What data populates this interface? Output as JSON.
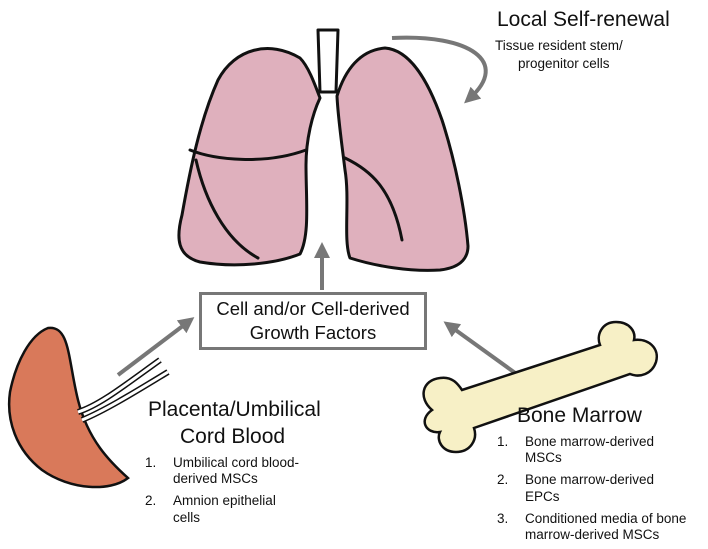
{
  "self_renewal": {
    "title": "Local Self-renewal",
    "subtitle_line1": "Tissue resident stem/",
    "subtitle_line2": "progenitor cells"
  },
  "center_box": {
    "line1": "Cell and/or Cell-derived",
    "line2": "Growth Factors"
  },
  "placenta": {
    "title_line1": "Placenta/Umbilical",
    "title_line2": "Cord Blood",
    "items": [
      {
        "num": "1.",
        "line1": "Umbilical cord blood-",
        "line2": "derived MSCs"
      },
      {
        "num": "2.",
        "line1": "Amnion epithelial",
        "line2": "cells"
      }
    ]
  },
  "bone_marrow": {
    "title": "Bone Marrow",
    "items": [
      {
        "num": "1.",
        "line1": "Bone marrow-derived",
        "line2": "MSCs"
      },
      {
        "num": "2.",
        "line1": "Bone marrow-derived",
        "line2": "EPCs"
      },
      {
        "num": "3.",
        "line1": "Conditioned media of bone",
        "line2": "marrow-derived MSCs"
      }
    ]
  },
  "colors": {
    "lung_fill": "#dfb0bd",
    "placenta_fill": "#d9795a",
    "bone_fill": "#f7f0c6",
    "arrow": "#777777"
  }
}
